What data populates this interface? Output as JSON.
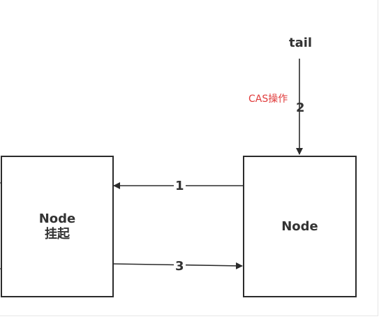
{
  "diagram": {
    "nodes": {
      "left": {
        "line1": "Node",
        "line2": "挂起"
      },
      "right": {
        "label": "Node"
      }
    },
    "tail_label": "tail",
    "annotation": "CAS操作",
    "edges": [
      {
        "label": "1",
        "from": "right",
        "to": "left"
      },
      {
        "label": "2",
        "from": "tail",
        "to": "right"
      },
      {
        "label": "3",
        "from": "left",
        "to": "right"
      }
    ],
    "colors": {
      "line": "#2b2b2b",
      "text": "#333333",
      "annotation": "#e03b3b"
    }
  }
}
